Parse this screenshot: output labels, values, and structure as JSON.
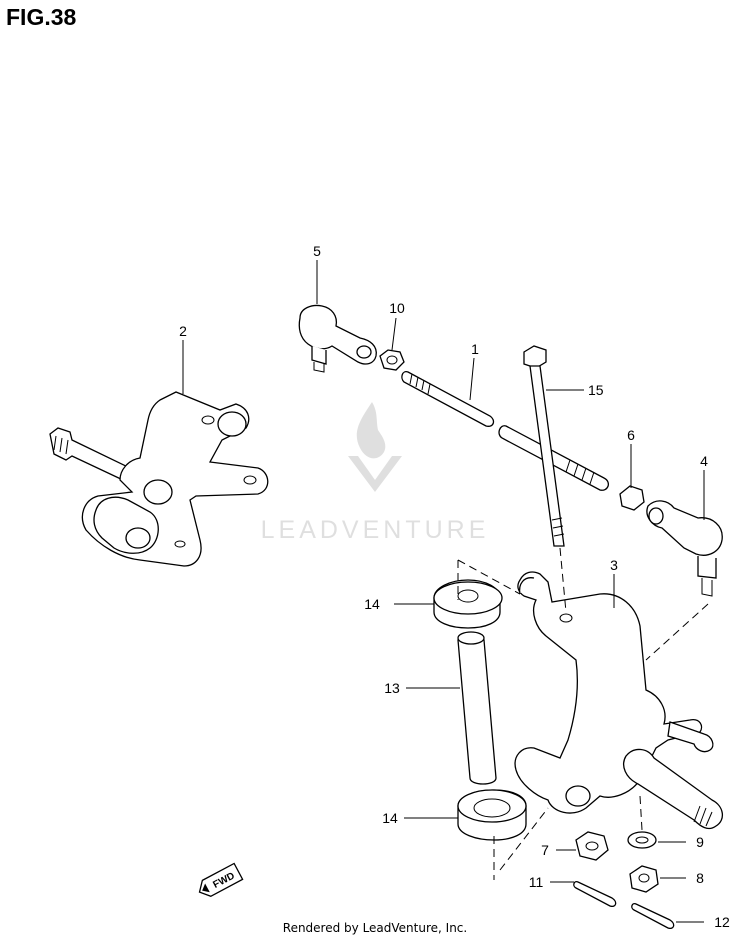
{
  "figure_title": "FIG.38",
  "watermark": "LEADVENTURE",
  "footer": "Rendered by LeadVenture, Inc.",
  "direction_tag": "FWD",
  "callouts": {
    "c1": "1",
    "c2": "2",
    "c3": "3",
    "c4": "4",
    "c5": "5",
    "c6": "6",
    "c7": "7",
    "c8": "8",
    "c9": "9",
    "c10": "10",
    "c11": "11",
    "c12": "12",
    "c13": "13",
    "c14a": "14",
    "c14b": "14",
    "c15": "15"
  }
}
